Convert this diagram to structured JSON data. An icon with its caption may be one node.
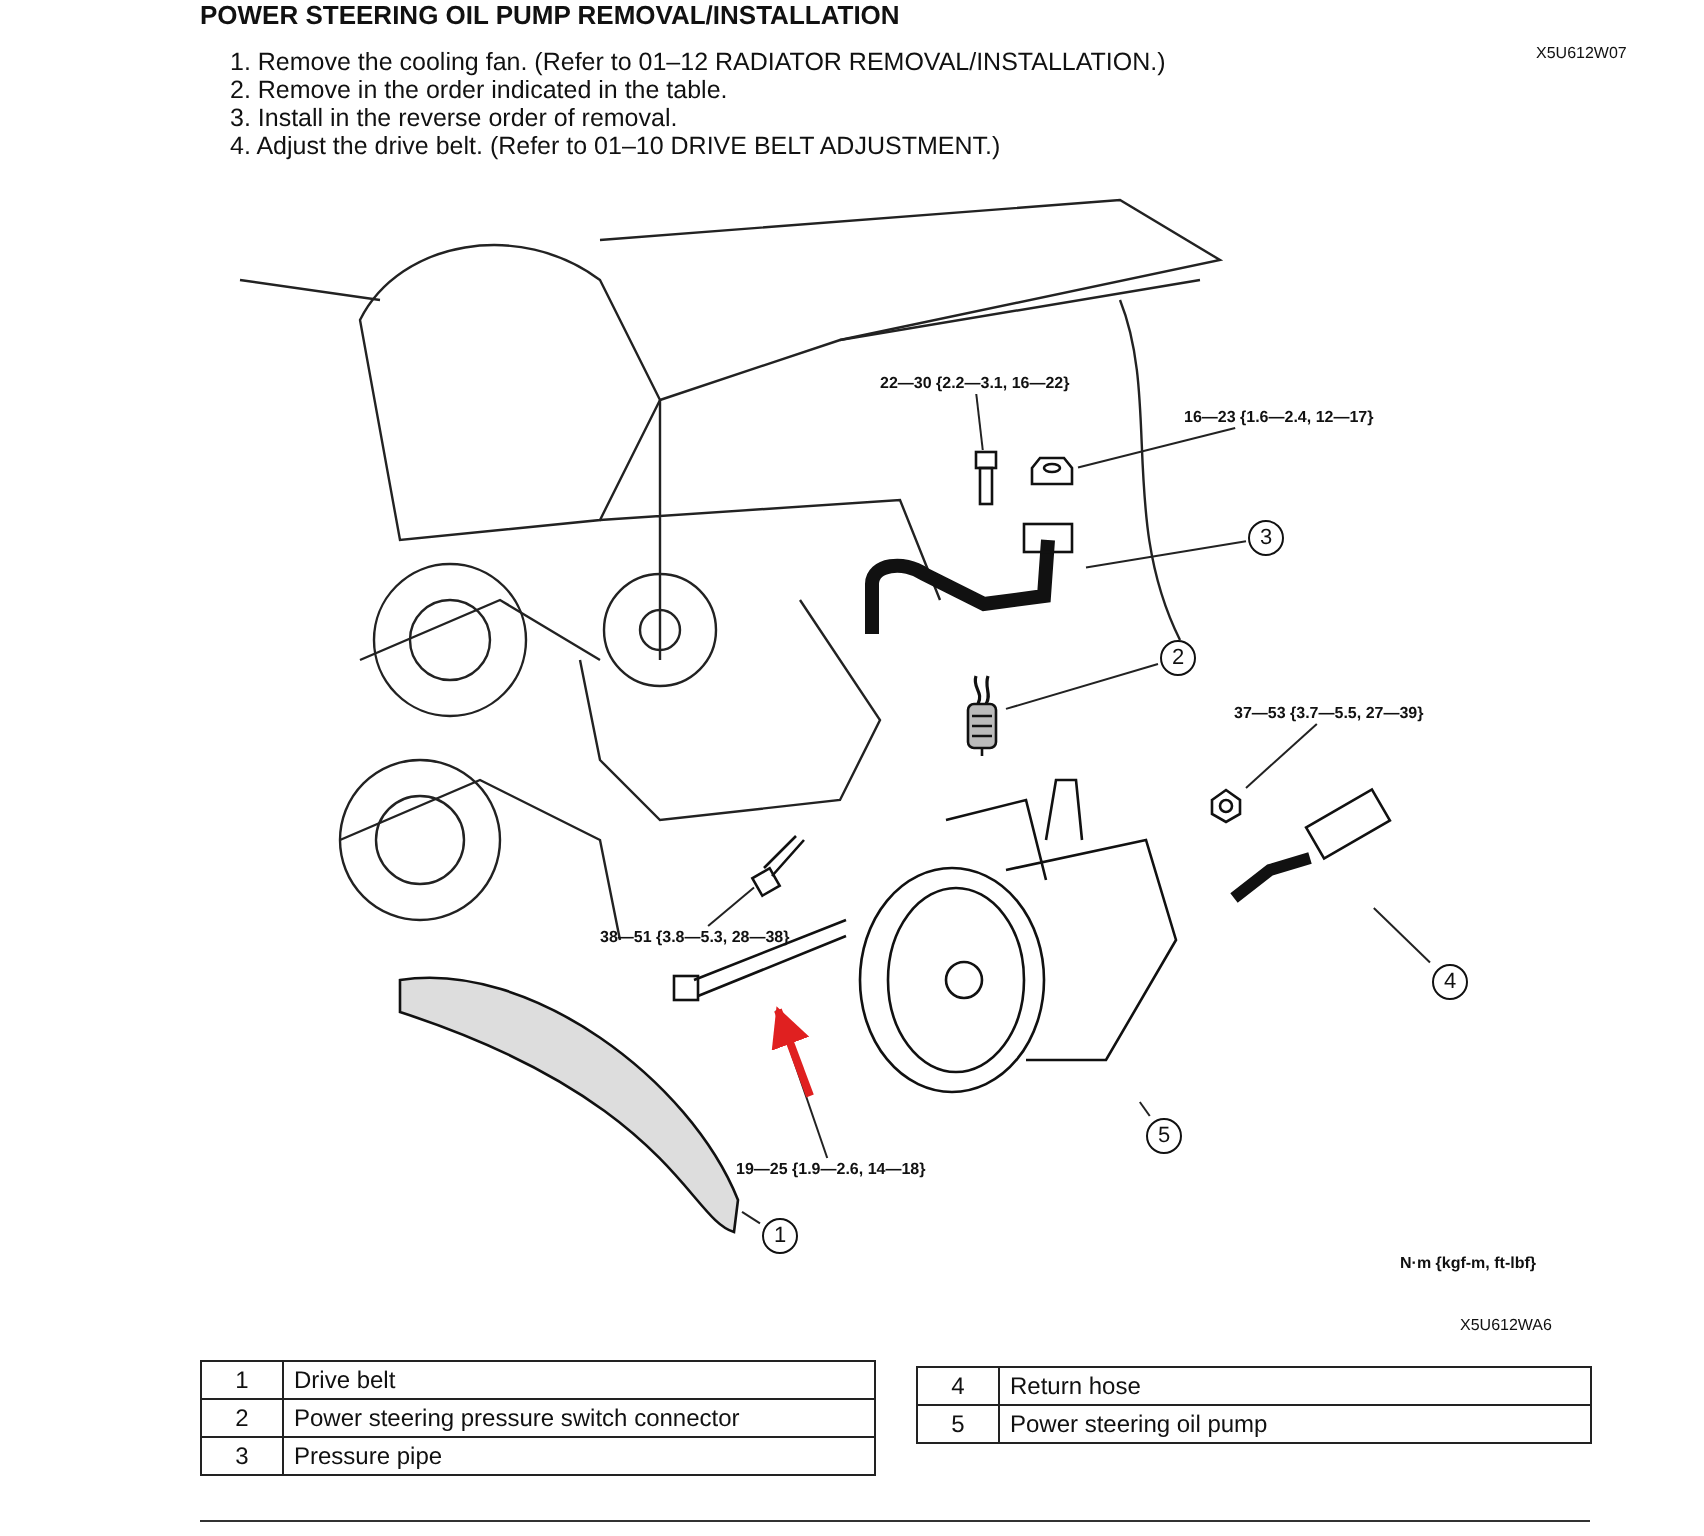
{
  "diagram": {
    "title": "POWER STEERING OIL PUMP REMOVAL/INSTALLATION",
    "nodes": [
      {
        "text": [
          "22—30 {2.2—3.1, 16—22}"
        ]
      },
      {
        "text": [
          "16—23 {1.6—2.4, 12—17}"
        ]
      },
      {
        "text": [
          "3"
        ]
      },
      {
        "text": [
          "2"
        ]
      },
      {
        "text": [
          "37—53 {3.7—5.5, 27—39}"
        ]
      },
      {
        "text": [
          "38—51 {3.8—5.3, 28—38}"
        ]
      },
      {
        "text": [
          "4"
        ]
      },
      {
        "text": [
          "19—25 {1.9—2.6, 14—18}"
        ]
      },
      {
        "text": [
          "5"
        ]
      },
      {
        "text": [
          "1"
        ]
      },
      {
        "text": [],
        "shape": "picture"
      },
      {
        "text": [],
        "shape": "picture"
      },
      {
        "text": [],
        "shape": "picture"
      },
      {
        "text": [],
        "shape": "picture"
      },
      {
        "text": [],
        "shape": "picture"
      },
      {
        "text": [],
        "shape": "picture"
      },
      {
        "text": [],
        "shape": "picture"
      },
      {
        "text": [],
        "shape": "picture"
      },
      {
        "text": [],
        "shape": "picture"
      },
      {
        "text": [],
        "shape": "picture"
      }
    ],
    "edges": [
      {
        "from": 0,
        "to": 10,
        "arrow": "none"
      },
      {
        "from": 1,
        "to": 11,
        "arrow": "none"
      },
      {
        "from": 2,
        "to": 12,
        "arrow": "none"
      },
      {
        "from": 3,
        "to": 13,
        "arrow": "none"
      },
      {
        "from": 4,
        "to": 14,
        "arrow": "none"
      },
      {
        "from": 5,
        "to": 15,
        "arrow": "none"
      },
      {
        "from": 6,
        "to": 16,
        "arrow": "none"
      },
      {
        "from": 7,
        "to": 17,
        "arrow": "none"
      },
      {
        "from": 8,
        "to": 18,
        "arrow": "none"
      },
      {
        "from": 9,
        "to": 19,
        "arrow": "none"
      },
      {
        "from": null,
        "to": 17,
        "arrow": "to",
        "style": "thick",
        "color": "#e02020"
      }
    ],
    "labels": [
      "X5U612W07",
      "1. Remove the cooling fan. (Refer to 01–12 RADIATOR REMOVAL/INSTALLATION.)",
      "2. Remove in the order indicated in the table.",
      "3. Install in the reverse order of removal.",
      "4. Adjust the drive belt. (Refer to 01–10 DRIVE BELT ADJUSTMENT.)",
      "N·m {kgf-m, ft-lbf}",
      "X5U612WA6",
      "1",
      "Drive belt",
      "2",
      "Power steering pressure switch connector",
      "3",
      "Pressure pipe",
      "4",
      "Return hose",
      "5",
      "Power steering oil pump"
    ]
  }
}
